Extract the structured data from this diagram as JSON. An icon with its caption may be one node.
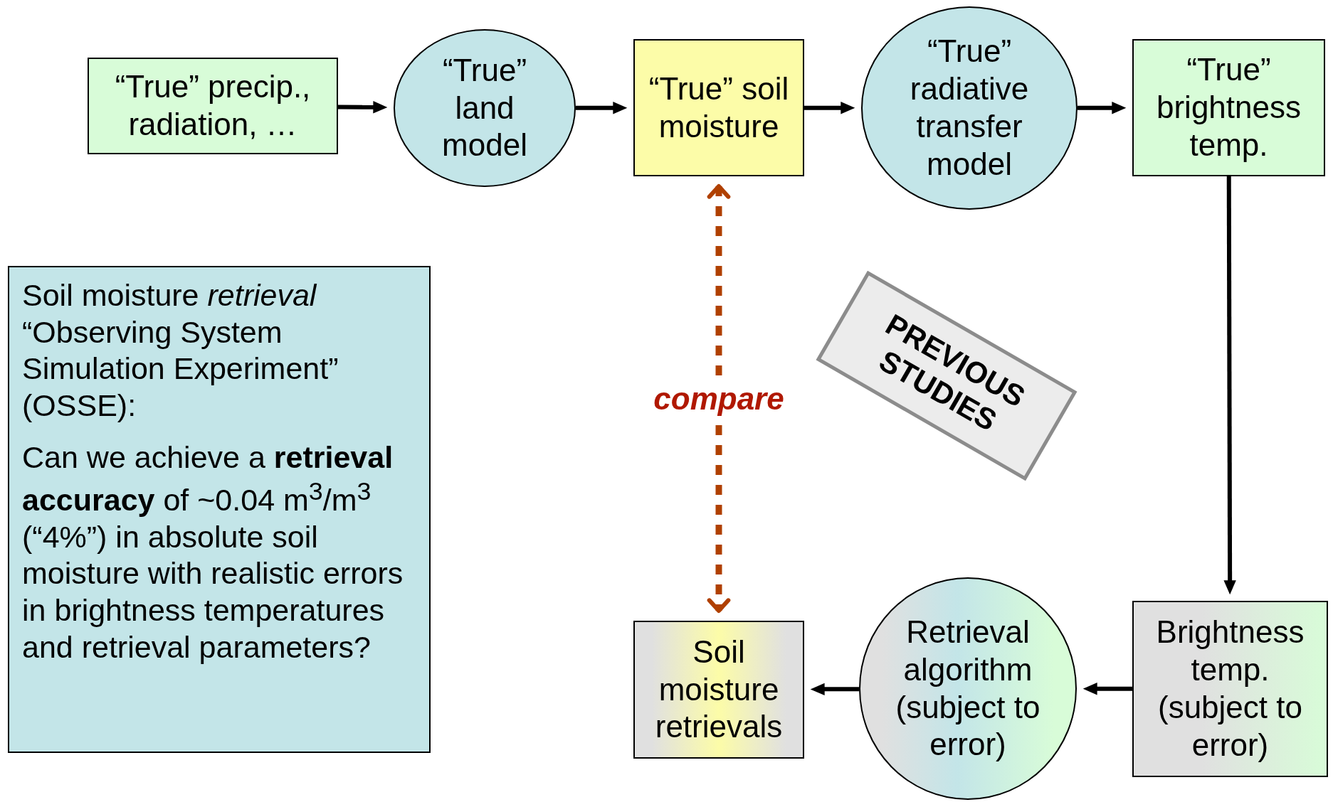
{
  "diagram": {
    "nodes": [
      {
        "text": [
          "“True” precip., radiation, …"
        ]
      },
      {
        "text": [
          "“True” land model"
        ]
      },
      {
        "text": [
          "“True” soil moisture"
        ]
      },
      {
        "text": [
          "“True” radiative transfer model"
        ]
      },
      {
        "text": [
          "“True” brightness temp."
        ]
      },
      {
        "text": [
          "Brightness temp. (subject to error)"
        ]
      },
      {
        "text": [
          "Retrieval algorithm (subject to error)"
        ]
      },
      {
        "text": [
          "Soil moisture retrievals"
        ]
      },
      {
        "text": [
          "Soil moisture *retrieval* “Observing System Simulation Experiment” (OSSE):",
          "Can we achieve a **retrieval accuracy** of ~0.04 m$^{3}$/m$^{3}$ (“4%”) in absolute soil moisture with realistic errors in brightness temperatures and retrieval parameters?"
        ]
      },
      {
        "text": [
          "PREVIOUS STUDIES"
        ]
      }
    ],
    "edges": [
      {
        "from": 0,
        "to": 1,
        "arrow": "to"
      },
      {
        "from": 1,
        "to": 2,
        "arrow": "to"
      },
      {
        "from": 2,
        "to": 3,
        "arrow": "to"
      },
      {
        "from": 3,
        "to": 4,
        "arrow": "to"
      },
      {
        "from": 4,
        "to": 5,
        "arrow": "to"
      },
      {
        "from": 5,
        "to": 6,
        "arrow": "to"
      },
      {
        "from": 6,
        "to": 7,
        "arrow": "to"
      },
      {
        "from": 2,
        "to": 7,
        "arrow": "both",
        "label": "compare",
        "style": "dashed",
        "color": "#b04000"
      }
    ]
  }
}
